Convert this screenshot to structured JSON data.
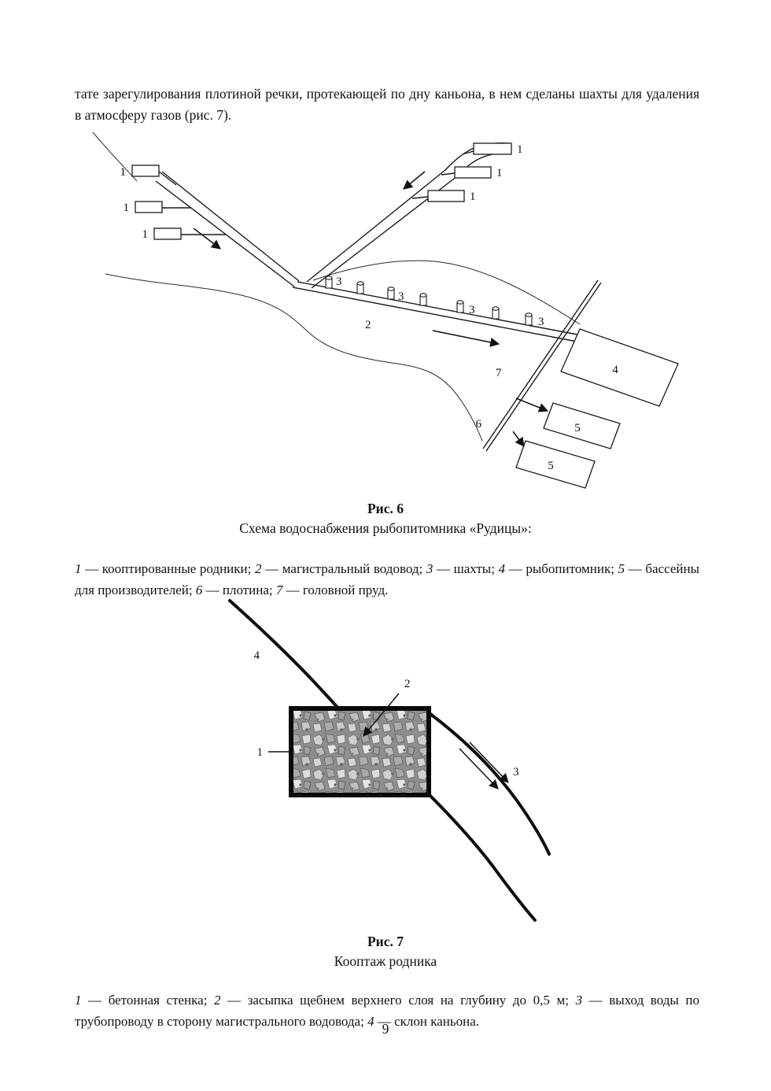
{
  "page": {
    "number": "9",
    "intro_text": "тате зарегулирования плотиной речки, протекающей по дну каньона, в нем сделаны шахты для удаления в атмосферу газов (рис. 7)."
  },
  "fig6": {
    "caption_title": "Рис. 6",
    "caption_subtitle": "Схема водоснабжения рыбопитомника «Рудицы»:",
    "labels": {
      "spring": "1",
      "conduit": "2",
      "shaft": "3",
      "hatchery": "4",
      "basin": "5",
      "dam": "6",
      "pond": "7"
    },
    "legend": [
      {
        "num": "1",
        "text": " — кооптированные родники; "
      },
      {
        "num": "2",
        "text": " — магистральный водовод; "
      },
      {
        "num": "3",
        "text": " — шахты; "
      },
      {
        "num": "4",
        "text": " — рыбопитомник; "
      },
      {
        "num": "5",
        "text": " — бассейны для производителей; "
      },
      {
        "num": "6",
        "text": " — плотина; "
      },
      {
        "num": "7",
        "text": " — головной пруд."
      }
    ]
  },
  "fig7": {
    "caption_title": "Рис. 7",
    "caption_subtitle": "Кооптаж родника",
    "labels": {
      "wall": "1",
      "gravel_fill": "2",
      "water_outlet": "3",
      "canyon_slope": "4"
    },
    "legend": [
      {
        "num": "1",
        "text": " — бетонная стенка; "
      },
      {
        "num": "2",
        "text": " — засыпка щебнем верхнего слоя на глубину до 0,5 м; "
      },
      {
        "num": "3",
        "text": " — выход воды по трубопроводу в сторону магистрального водовода; "
      },
      {
        "num": "4",
        "text": " — склон каньона."
      }
    ]
  }
}
